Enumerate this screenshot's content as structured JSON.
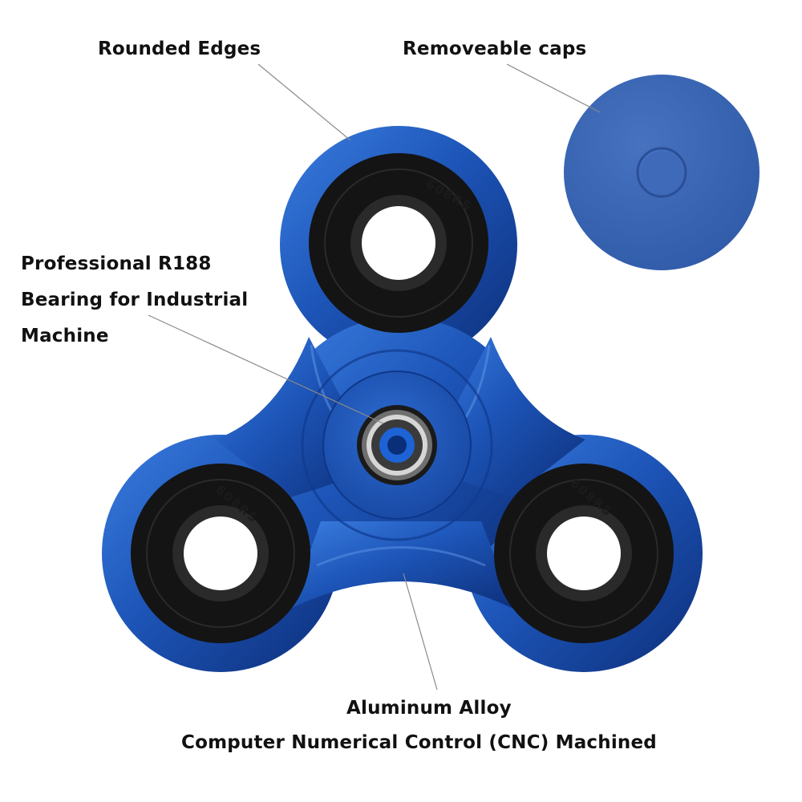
{
  "labels": {
    "rounded_edges": "Rounded Edges",
    "removeable_caps": "Removeable caps",
    "bearing_line1": "Professional R188",
    "bearing_line2": "Bearing for Industrial",
    "bearing_line3": "Machine",
    "aluminum": "Aluminum Alloy",
    "cnc": "Computer Numerical Control (CNC) Machined"
  },
  "bearing_marking": "608RS",
  "colors": {
    "body_blue": "#1f56b8",
    "cap_blue": "#3a66b5",
    "bearing_black": "#141414",
    "leader_line": "#8a8a8a",
    "text": "#111111"
  }
}
